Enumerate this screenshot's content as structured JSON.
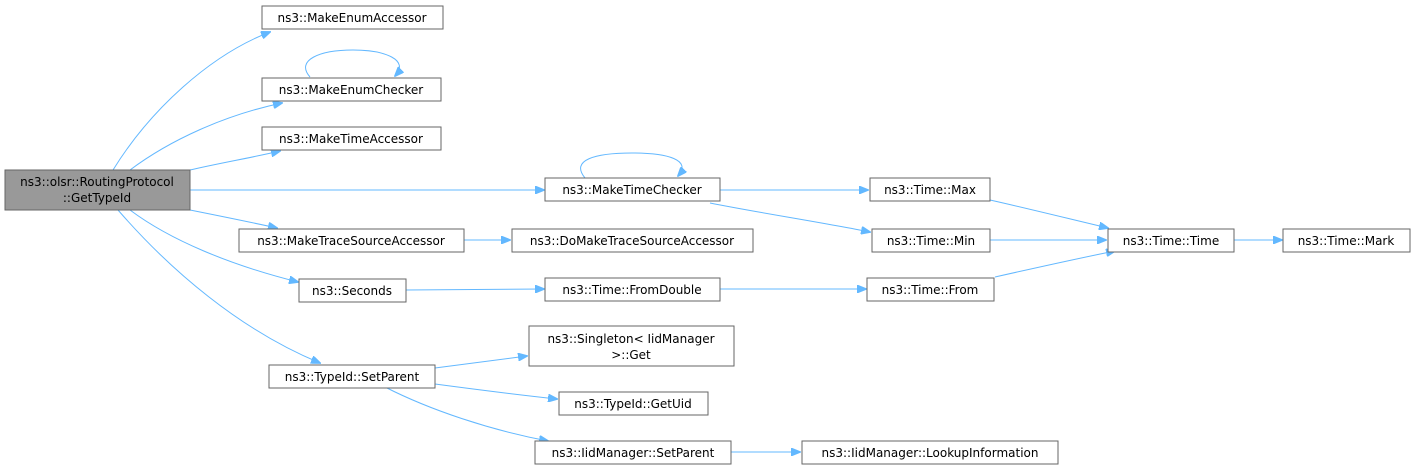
{
  "diagram": {
    "nodes": {
      "root": [
        "ns3::olsr::RoutingProtocol",
        "::GetTypeId"
      ],
      "make_enum_accessor": [
        "ns3::MakeEnumAccessor"
      ],
      "make_enum_checker": [
        "ns3::MakeEnumChecker"
      ],
      "make_time_accessor": [
        "ns3::MakeTimeAccessor"
      ],
      "make_time_checker": [
        "ns3::MakeTimeChecker"
      ],
      "make_trace_source_accessor": [
        "ns3::MakeTraceSourceAccessor"
      ],
      "do_make_trace_source_accessor": [
        "ns3::DoMakeTraceSourceAccessor"
      ],
      "seconds": [
        "ns3::Seconds"
      ],
      "typeid_set_parent": [
        "ns3::TypeId::SetParent"
      ],
      "time_max": [
        "ns3::Time::Max"
      ],
      "time_min": [
        "ns3::Time::Min"
      ],
      "time_time": [
        "ns3::Time::Time"
      ],
      "time_mark": [
        "ns3::Time::Mark"
      ],
      "time_from_double": [
        "ns3::Time::FromDouble"
      ],
      "time_from": [
        "ns3::Time::From"
      ],
      "singleton_get": [
        "ns3::Singleton< IidManager",
        ">::Get"
      ],
      "typeid_get_uid": [
        "ns3::TypeId::GetUid"
      ],
      "iidmanager_set_parent": [
        "ns3::IidManager::SetParent"
      ],
      "iidmanager_lookup_information": [
        "ns3::IidManager::LookupInformation"
      ]
    },
    "edges": [
      [
        "root",
        "make_enum_accessor"
      ],
      [
        "root",
        "make_enum_checker"
      ],
      [
        "make_enum_checker",
        "make_enum_checker"
      ],
      [
        "root",
        "make_time_accessor"
      ],
      [
        "root",
        "make_time_checker"
      ],
      [
        "make_time_checker",
        "make_time_checker"
      ],
      [
        "root",
        "make_trace_source_accessor"
      ],
      [
        "root",
        "seconds"
      ],
      [
        "root",
        "typeid_set_parent"
      ],
      [
        "make_time_checker",
        "time_max"
      ],
      [
        "make_time_checker",
        "time_min"
      ],
      [
        "time_max",
        "time_time"
      ],
      [
        "time_min",
        "time_time"
      ],
      [
        "time_time",
        "time_mark"
      ],
      [
        "make_trace_source_accessor",
        "do_make_trace_source_accessor"
      ],
      [
        "seconds",
        "time_from_double"
      ],
      [
        "time_from_double",
        "time_from"
      ],
      [
        "time_from",
        "time_time"
      ],
      [
        "typeid_set_parent",
        "singleton_get"
      ],
      [
        "typeid_set_parent",
        "typeid_get_uid"
      ],
      [
        "typeid_set_parent",
        "iidmanager_set_parent"
      ],
      [
        "iidmanager_set_parent",
        "iidmanager_lookup_information"
      ]
    ]
  }
}
